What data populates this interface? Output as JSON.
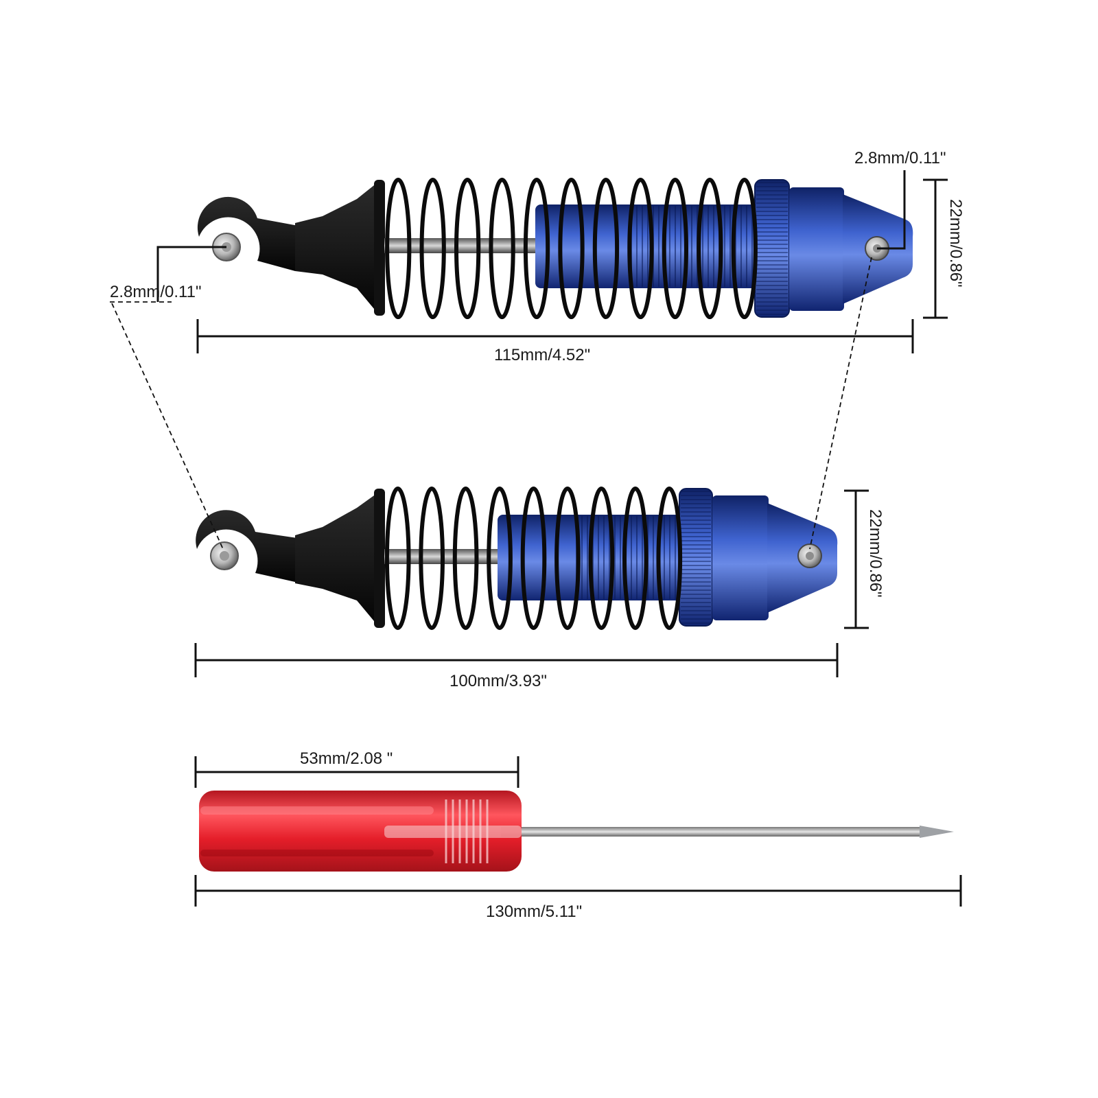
{
  "labels": {
    "top_hole_right": "2.8mm/0.11\"",
    "top_hole_left": "2.8mm/0.11\"",
    "top_diameter": "22mm/0.86\"",
    "top_length": "115mm/4.52\"",
    "bottom_diameter": "22mm/0.86\"",
    "bottom_length": "100mm/3.93\"",
    "handle_length": "53mm/2.08 \"",
    "driver_length": "130mm/5.11\""
  },
  "colors": {
    "body_blue": "#1f3fa8",
    "body_blue_light": "#4a6fd8",
    "body_blue_dark": "#0f2266",
    "spring": "#0b0b0b",
    "rod": "#8c8c8c",
    "plastic": "#141414",
    "handle_red": "#e01622",
    "handle_red_light": "#ff5a5a",
    "shaft_steel": "#b9bcc0"
  }
}
